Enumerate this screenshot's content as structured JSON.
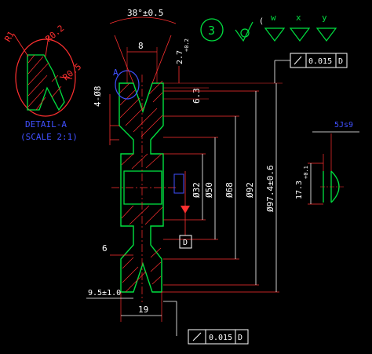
{
  "drawing": {
    "angle_dim": "38°±0.5",
    "groove_depth_dim": "2.7",
    "groove_depth_tol": "+0.2",
    "top_width_dim": "8",
    "hole_dim": "4-Ø8",
    "rim_dim": "6.3",
    "circle_note": "3",
    "finish_marks": [
      "w",
      "x",
      "y"
    ],
    "gdt_top": {
      "value": "0.015",
      "datum": "D"
    },
    "gdt_bottom": {
      "value": "0.015",
      "datum": "D"
    },
    "datum_label": "D",
    "detail": {
      "title": "DETAIL-A",
      "scale": "(SCALE 2:1)",
      "r1": "R1",
      "r02": "R0.2",
      "r05": "R0.5",
      "marker": "A"
    },
    "bore_dim": "Ø32",
    "hub_dim": "Ø50",
    "web_dim": "Ø68",
    "pitch_dim": "Ø92",
    "outer_dim": "Ø97.4±0.6",
    "keyway_depth": "17.3",
    "keyway_tol": "+0.1",
    "keyway_width": "5Js9",
    "left_dim": "6",
    "bottom_offset_dim": "9.5±1.0",
    "width_dim": "19"
  }
}
